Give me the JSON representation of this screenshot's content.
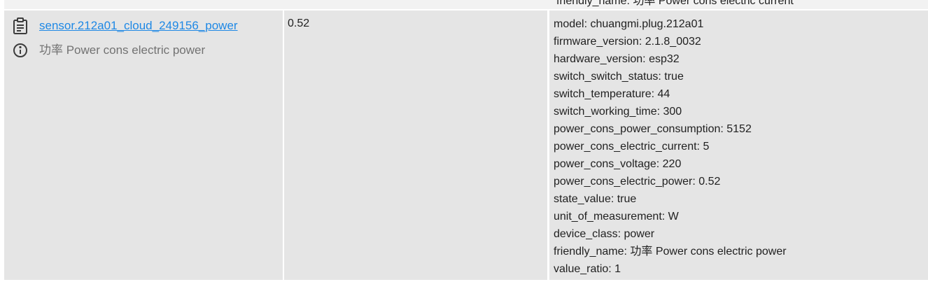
{
  "previous_row": {
    "attr_partial": "friendly_name: 功率 Power cons electric current"
  },
  "row": {
    "entity_icon": "clipboard-list-icon",
    "entity_id": "sensor.212a01_cloud_249156_power",
    "info_icon": "information-outline-icon",
    "friendly_name": "功率 Power cons electric power",
    "state": "0.52",
    "attributes": [
      "model: chuangmi.plug.212a01",
      "firmware_version: 2.1.8_0032",
      "hardware_version: esp32",
      "switch_switch_status: true",
      "switch_temperature: 44",
      "switch_working_time: 300",
      "power_cons_power_consumption: 5152",
      "power_cons_electric_current: 5",
      "power_cons_voltage: 220",
      "power_cons_electric_power: 0.52",
      "state_value: true",
      "unit_of_measurement: W",
      "device_class: power",
      "friendly_name: 功率 Power cons electric power",
      "value_ratio: 1"
    ]
  },
  "colors": {
    "cell_background": "#e5e5e5",
    "link": "#1e88e5",
    "secondary_text": "#727272",
    "icon": "#3c3c3c"
  }
}
